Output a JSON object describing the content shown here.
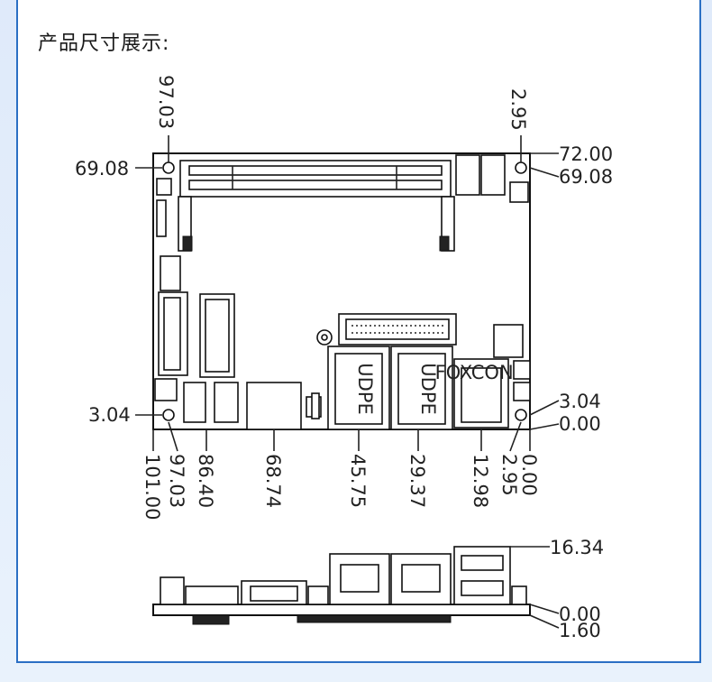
{
  "heading": "产品尺寸展示:",
  "top_view": {
    "dims_top": [
      "97.03",
      "2.95"
    ],
    "dims_left": [
      "69.08",
      "3.04"
    ],
    "dims_right": [
      "72.00",
      "69.08",
      "3.04",
      "0.00"
    ],
    "dims_bottom": [
      "101.00",
      "97.03",
      "86.40",
      "68.74",
      "45.75",
      "29.37",
      "12.98",
      "2.95",
      "0.00"
    ],
    "connector_text": [
      "UDPE",
      "UDPE"
    ],
    "usb_text": "FOXCONN"
  },
  "side_view": {
    "dims_right": [
      "16.34",
      "0.00",
      "1.60"
    ]
  },
  "colors": {
    "border": "#2a6fc4",
    "line": "#222222",
    "background": "#e6f0fb"
  }
}
